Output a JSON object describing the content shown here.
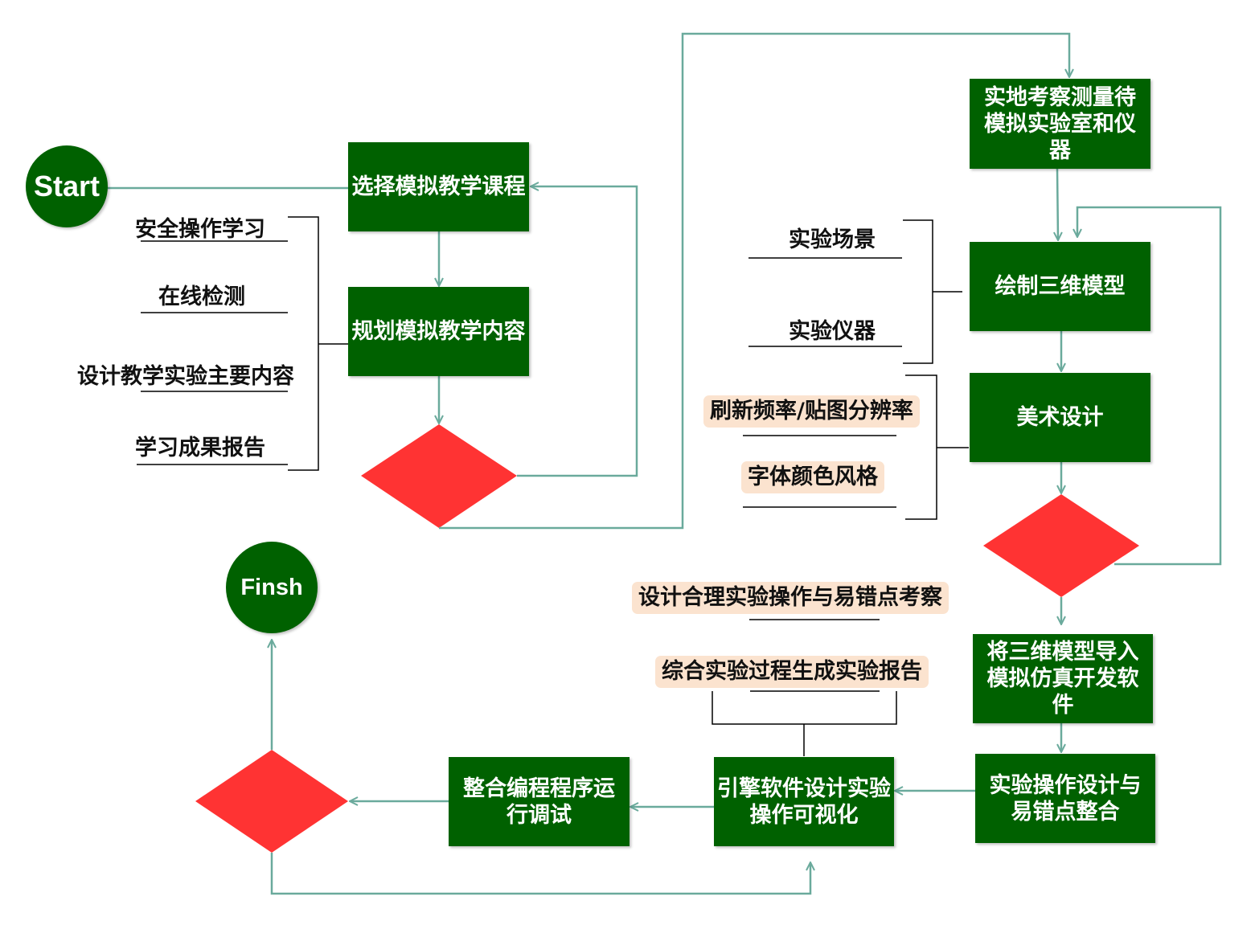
{
  "colors": {
    "box": "#006100",
    "decision": "#ff3333",
    "arrow": "#6aaa9c",
    "bracket": "#000000",
    "note_highlight": "#fbe3cf"
  },
  "terminals": {
    "start": "Start",
    "finish": "Finsh"
  },
  "process": {
    "select_course": "选择模拟教学课程",
    "plan_content": "规划模拟教学内容",
    "survey": "实地考察测量待模拟实验室和仪器",
    "draw_3d": "绘制三维模型",
    "art_design": "美术设计",
    "import_model": "将三维模型导入模拟仿真开发软件",
    "operation_design": "实验操作设计与易错点整合",
    "engine_visual": "引擎软件设计实验操作可视化",
    "integrate_debug": "整合编程程序运行调试"
  },
  "notes": {
    "plan_items": [
      "安全操作学习",
      "在线检测",
      "设计教学实验主要内容",
      "学习成果报告"
    ],
    "model_items": [
      "实验场景",
      "实验仪器"
    ],
    "art_items": [
      "刷新频率/贴图分辨率",
      "字体颜色风格"
    ],
    "operation_note": "设计合理实验操作与易错点考察",
    "report_note": "综合实验过程生成实验报告"
  }
}
